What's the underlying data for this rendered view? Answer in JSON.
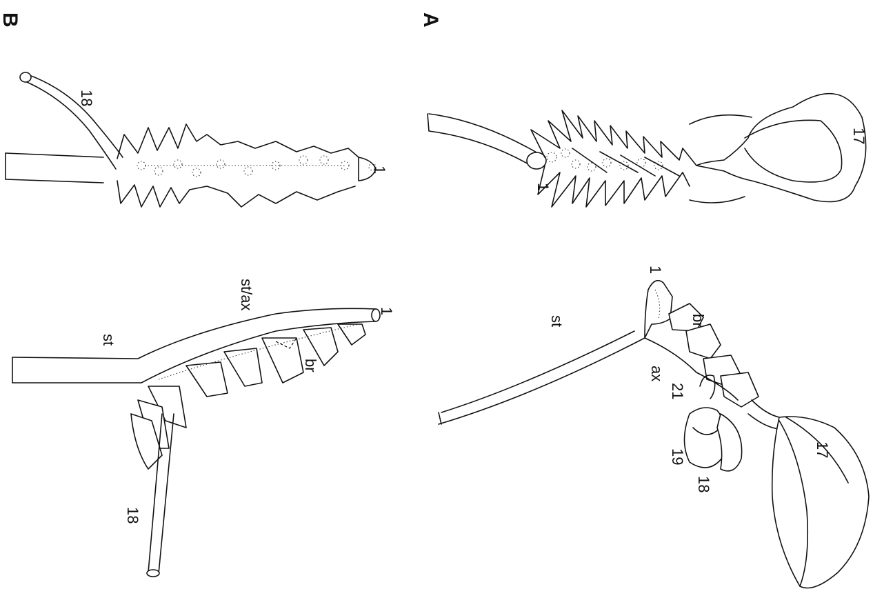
{
  "panels": {
    "a": {
      "letter": "A",
      "left_view": {
        "label_1": "1",
        "label_17": "17"
      },
      "right_view": {
        "label_1": "1",
        "label_st": "st",
        "label_br": "br",
        "label_ax": "ax",
        "label_21": "21",
        "label_19": "19",
        "label_18": "18",
        "label_17": "17"
      }
    },
    "b": {
      "letter": "B",
      "left_view": {
        "label_18": "18",
        "label_1": "1"
      },
      "right_view": {
        "label_st_ax": "st/ax",
        "label_st": "st",
        "label_1": "1",
        "label_br": "br",
        "label_18": "18"
      }
    }
  }
}
